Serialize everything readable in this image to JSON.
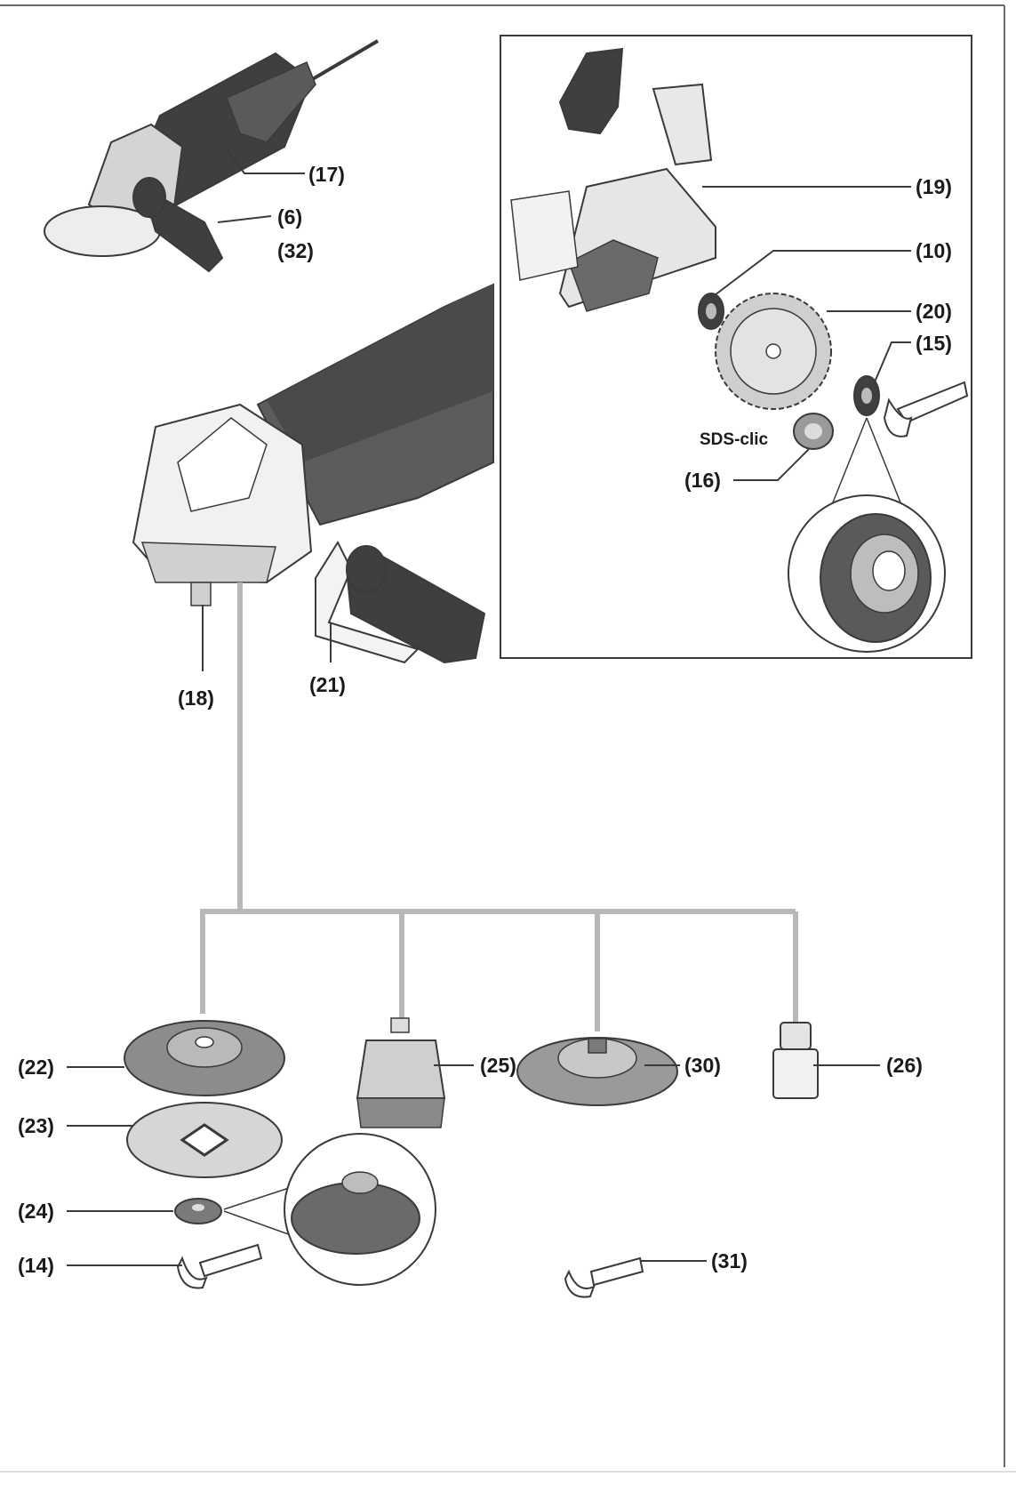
{
  "labels": {
    "l17": "(17)",
    "l6": "(6)",
    "l32": "(32)",
    "l19": "(19)",
    "l10": "(10)",
    "l20": "(20)",
    "l15": "(15)",
    "l16": "(16)",
    "l21": "(21)",
    "l18": "(18)",
    "l22": "(22)",
    "l23": "(23)",
    "l24": "(24)",
    "l14": "(14)",
    "l25": "(25)",
    "l30": "(30)",
    "l26": "(26)",
    "l31": "(31)"
  },
  "brand_text": "SDS-clic",
  "colors": {
    "connector": "#b8b8b8",
    "line": "#3a3a3a",
    "dark_part": "#3f3f3f",
    "light_part": "#d4d4d4"
  }
}
